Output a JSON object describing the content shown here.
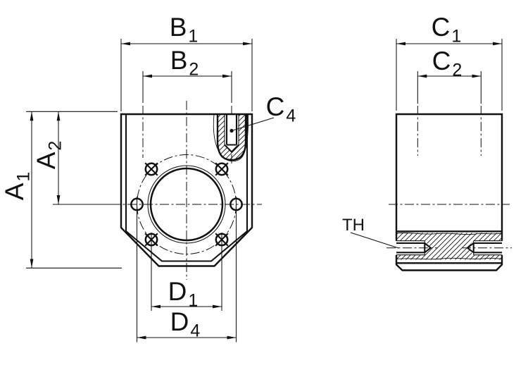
{
  "drawing": {
    "kind": "technical-drawing-two-views",
    "colors": {
      "ink": "#111111",
      "background": "#ffffff"
    },
    "labels": {
      "b1": {
        "main": "B",
        "sub": "1"
      },
      "b2": {
        "main": "B",
        "sub": "2"
      },
      "a1": {
        "main": "A",
        "sub": "1"
      },
      "a2": {
        "main": "A",
        "sub": "2"
      },
      "c1": {
        "main": "C",
        "sub": "1"
      },
      "c2": {
        "main": "C",
        "sub": "2"
      },
      "c4": {
        "main": "C",
        "sub": "4"
      },
      "d1": {
        "main": "D",
        "sub": "1"
      },
      "d4": {
        "main": "D",
        "sub": "4"
      },
      "th": {
        "main": "TH",
        "sub": ""
      }
    }
  }
}
